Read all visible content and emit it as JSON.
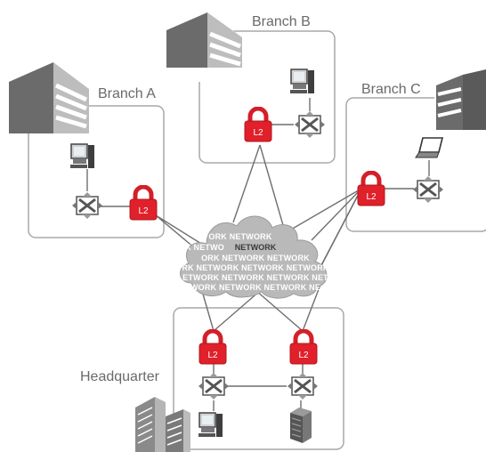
{
  "branches": {
    "a": {
      "label": "Branch A"
    },
    "b": {
      "label": "Branch B"
    },
    "c": {
      "label": "Branch C"
    },
    "hq": {
      "label": "Headquarter"
    }
  },
  "lock_label": "L2",
  "cloud": {
    "highlight_word": "NETWORK",
    "lines": [
      "NETWORK",
      "ORK NETWORK",
      "RK NETWORK NETWORK NETWO",
      "ORK NETWORK NETWORK",
      "RK NETWORK NETWORK NETWORK",
      "ETWORK NETWORK NETWORK NET",
      "WORK NETWORK NETWORK NE"
    ]
  },
  "colors": {
    "lock_red": "#e0202a",
    "box_border": "#a8a8a8",
    "building_gray": "#6b6b6b",
    "cloud_gray": "#b9b9b9",
    "line_gray": "#6e6e6e",
    "text_gray": "#6a6a6a"
  },
  "icons": [
    "building-icon",
    "computer-icon",
    "laptop-icon",
    "switch-icon",
    "lock-icon",
    "server-icon",
    "cloud-icon",
    "office-towers-icon"
  ]
}
